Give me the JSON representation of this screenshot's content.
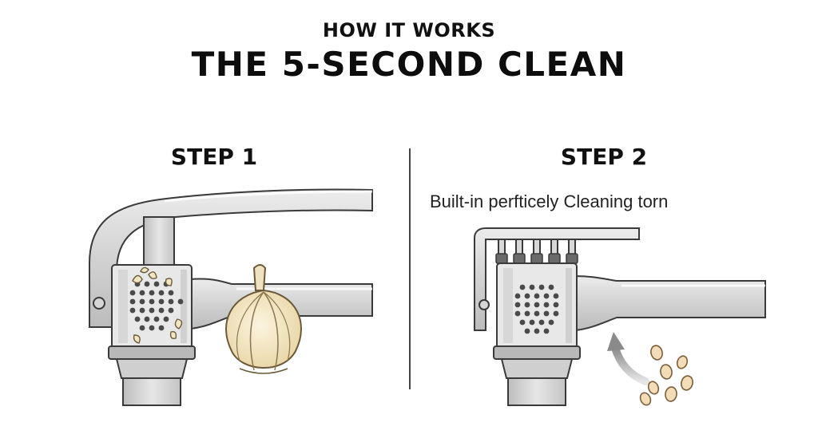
{
  "header": {
    "eyebrow": "HOW IT WORKS",
    "title": "THE 5-SECOND CLEAN"
  },
  "steps": [
    {
      "heading": "STEP 1",
      "illustration": "garlic-press-with-garlic-bulb"
    },
    {
      "heading": "STEP 2",
      "caption": "Built-in perfticely Cleaning torn",
      "illustration": "garlic-press-with-cleaning-comb"
    }
  ],
  "colors": {
    "metal_light": "#d9d9d9",
    "metal_mid": "#bdbdbd",
    "outline": "#3a3a3a",
    "garlic": "#f3e6c4",
    "garlic_outline": "#6b5a3a",
    "arrow": "#9a9a9a",
    "background": "#ffffff"
  }
}
